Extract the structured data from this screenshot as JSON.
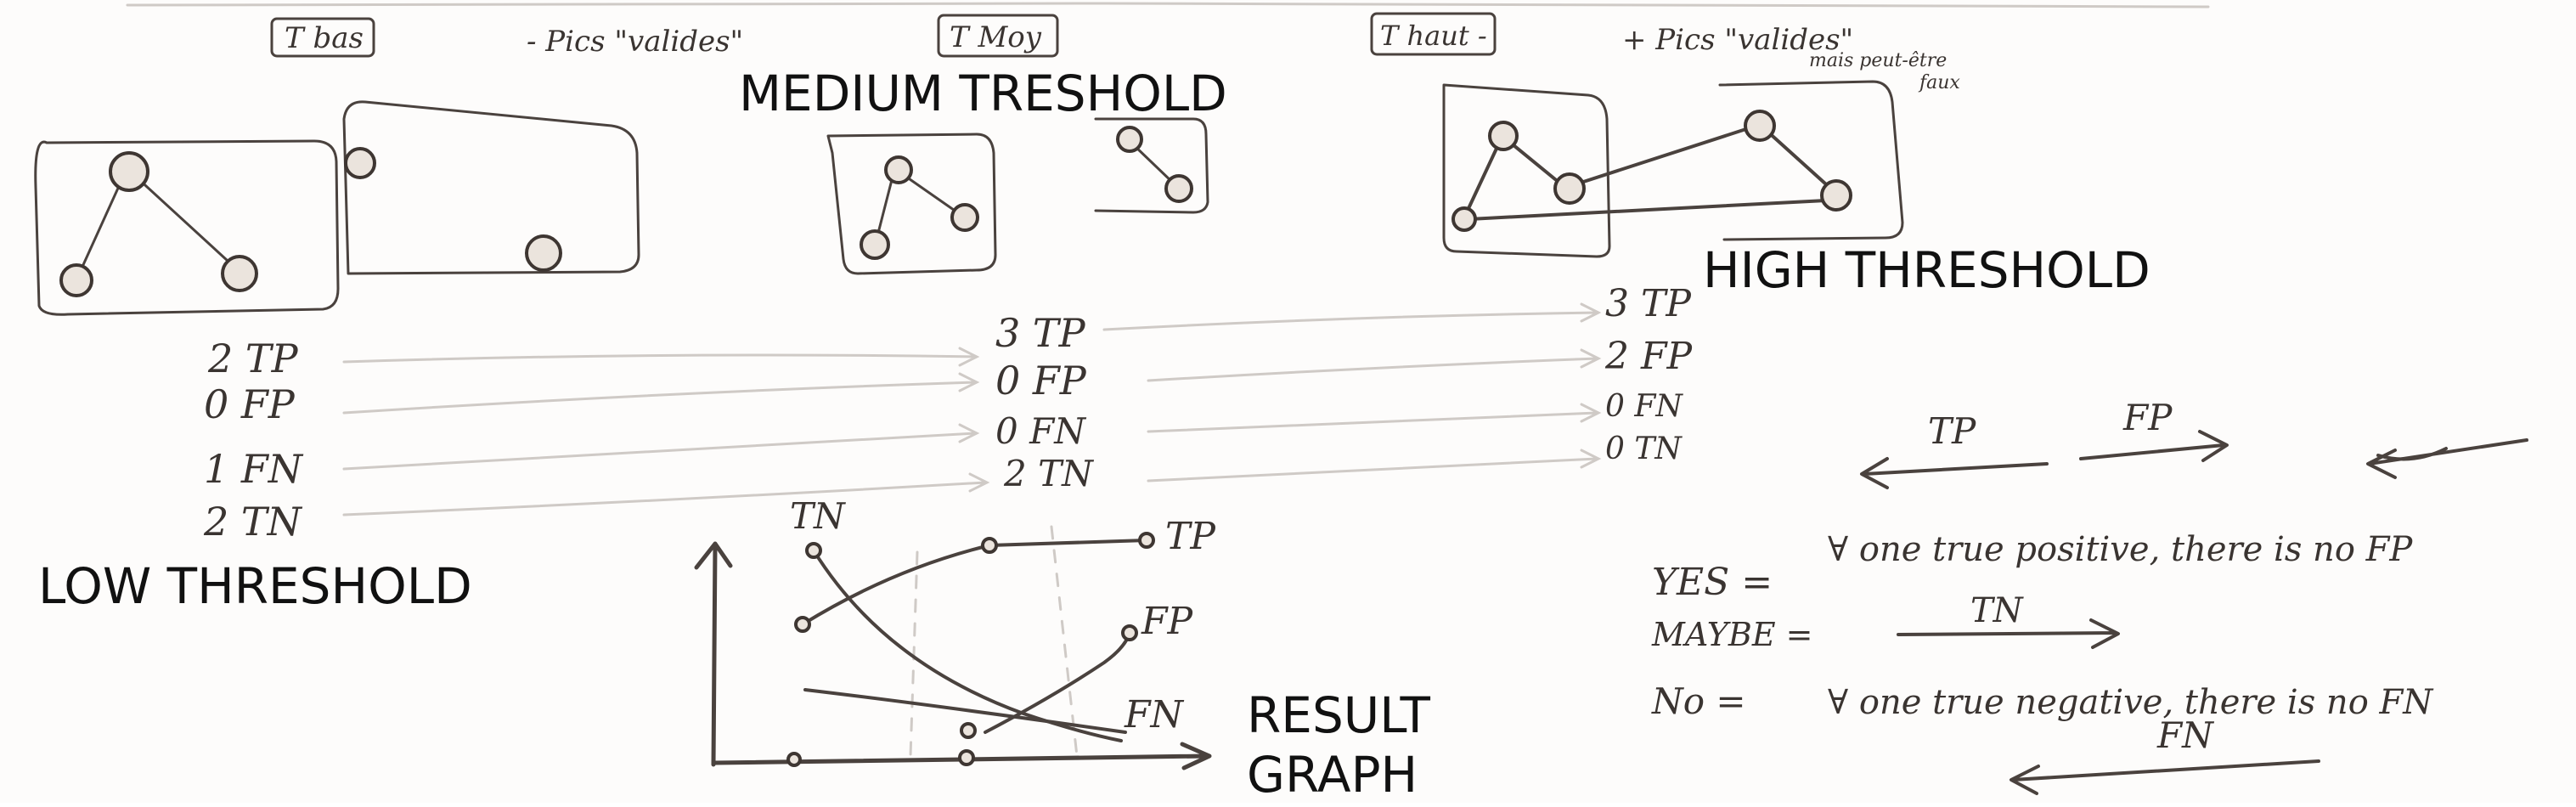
{
  "headings": {
    "low": "LOW THRESHOLD",
    "medium": "MEDIUM TRESHOLD",
    "high": "HIGH THRESHOLD",
    "result_line1": "RESULT",
    "result_line2": "GRAPH"
  },
  "top_notes": {
    "t_low": "T bas",
    "minus": "- Pics \"valides\"",
    "t_mid": "T Moy",
    "t_high": "T haut -",
    "plus": "+ Pics \"valides\"",
    "plus_sub1": "mais peut-être",
    "plus_sub2": "faux"
  },
  "counts": {
    "low": [
      "2 TP",
      "0 FP",
      "1 FN",
      "2 TN"
    ],
    "medium": [
      "3 TP",
      "0 FP",
      "0 FN",
      "2 TN"
    ],
    "high": [
      "3 TP",
      "2 FP",
      "0 FN",
      "0 TN"
    ]
  },
  "graph_labels": {
    "tp": "TP",
    "fp": "FP",
    "fn": "FN",
    "tn": "TN"
  },
  "arrows": {
    "tp": "TP",
    "fp": "FP",
    "fn": "FN",
    "tn": "TN"
  },
  "legend": {
    "yes_key": "YES =",
    "yes_text": "∀ one true positive, there is no FP",
    "maybe_key": "MAYBE =",
    "no_key": "No =",
    "no_text": "∀ one true negative, there is no FN"
  },
  "colors": {
    "ink": "#4a423e",
    "printed": "#111111",
    "paper": "#fdfcfb"
  }
}
